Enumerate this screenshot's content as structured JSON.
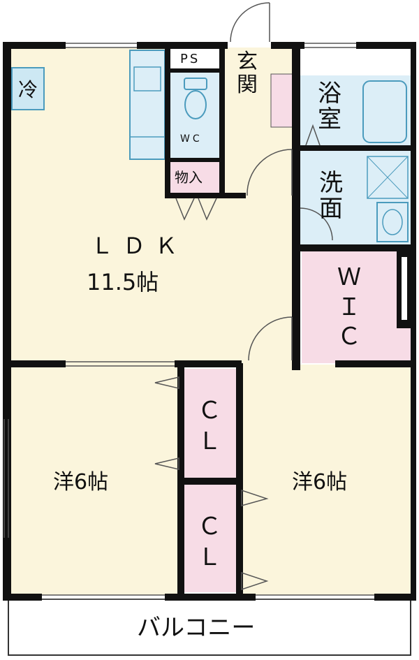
{
  "rooms": {
    "ldk_name": "ＬＤＫ",
    "ldk_size": "11.5帖",
    "western_left": "洋6帖",
    "western_right": "洋6帖",
    "closet_top": "ＣＬ",
    "closet_bottom": "ＣＬ",
    "wic": "ＷＩＣ",
    "bath": "浴室",
    "washroom": "洗面",
    "entrance": "玄関",
    "toilet": "WC",
    "pipe_space": "PS",
    "storage": "物入",
    "fridge": "冷",
    "balcony": "バルコニー"
  },
  "colors": {
    "floor_main": "#fbf5dc",
    "wet_area": "#dceef7",
    "closet": "#f7dce6",
    "wall": "#111111",
    "fixture_stroke": "#4b9bbd"
  }
}
